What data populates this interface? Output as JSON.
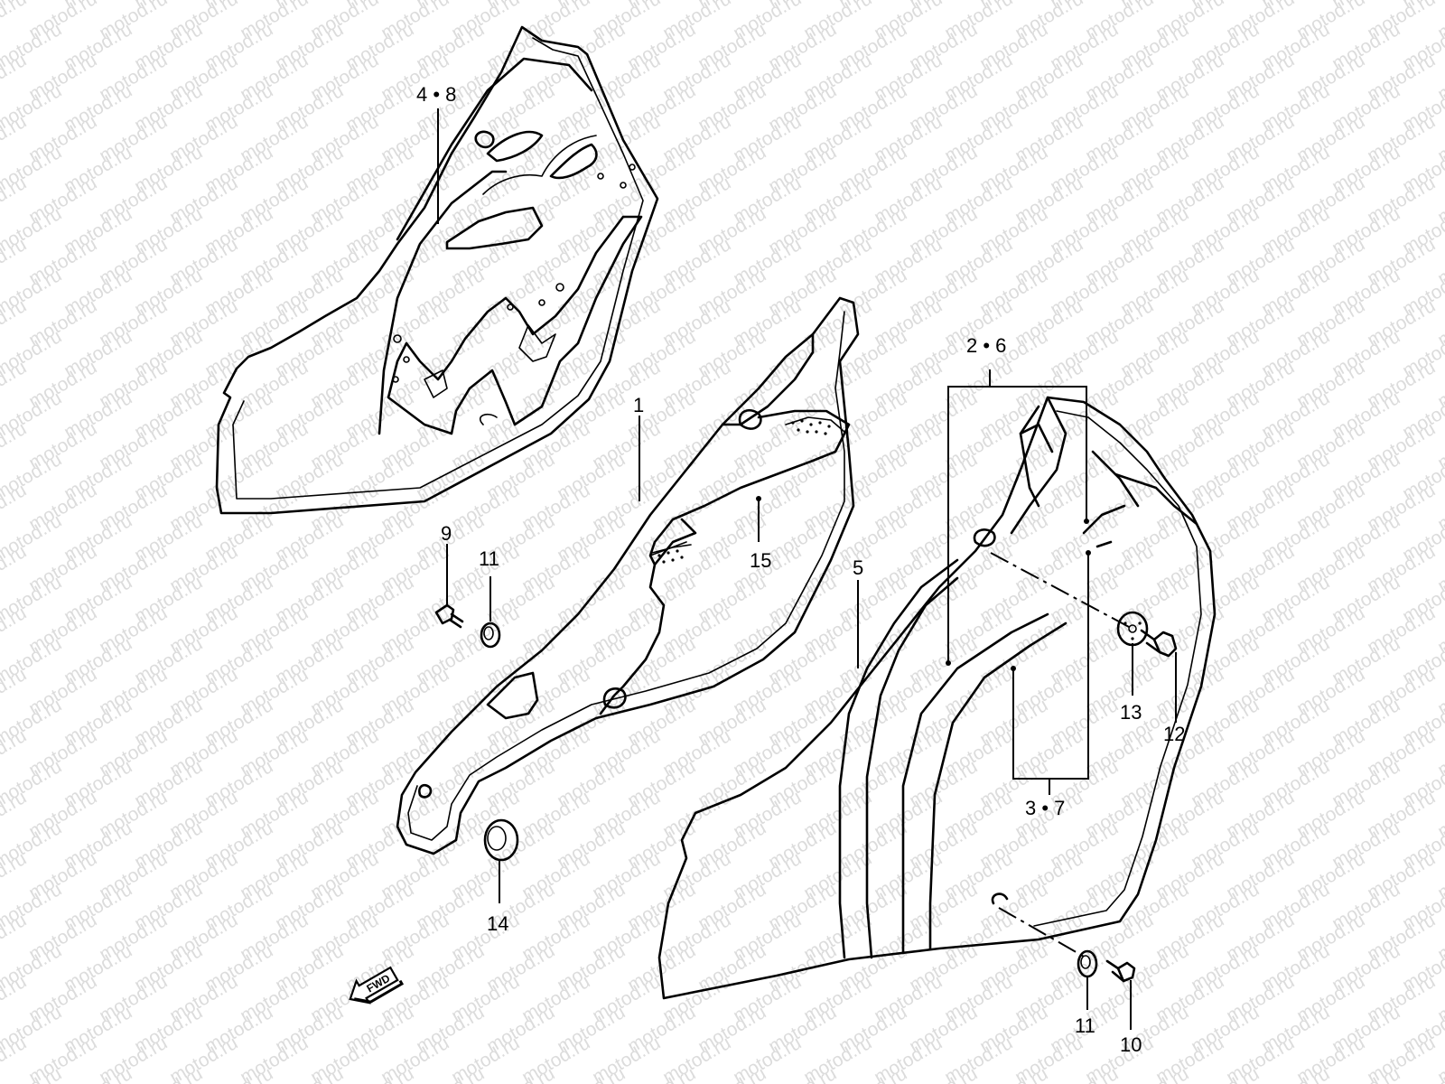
{
  "watermark": "motod.ru",
  "fwd_label": "FWD",
  "callouts": {
    "c1": "1",
    "c26": "2 • 6",
    "c37": "3 • 7",
    "c48": "4 • 8",
    "c5": "5",
    "c9": "9",
    "c10": "10",
    "c11a": "11",
    "c11b": "11",
    "c12": "12",
    "c13": "13",
    "c14": "14",
    "c15": "15"
  }
}
